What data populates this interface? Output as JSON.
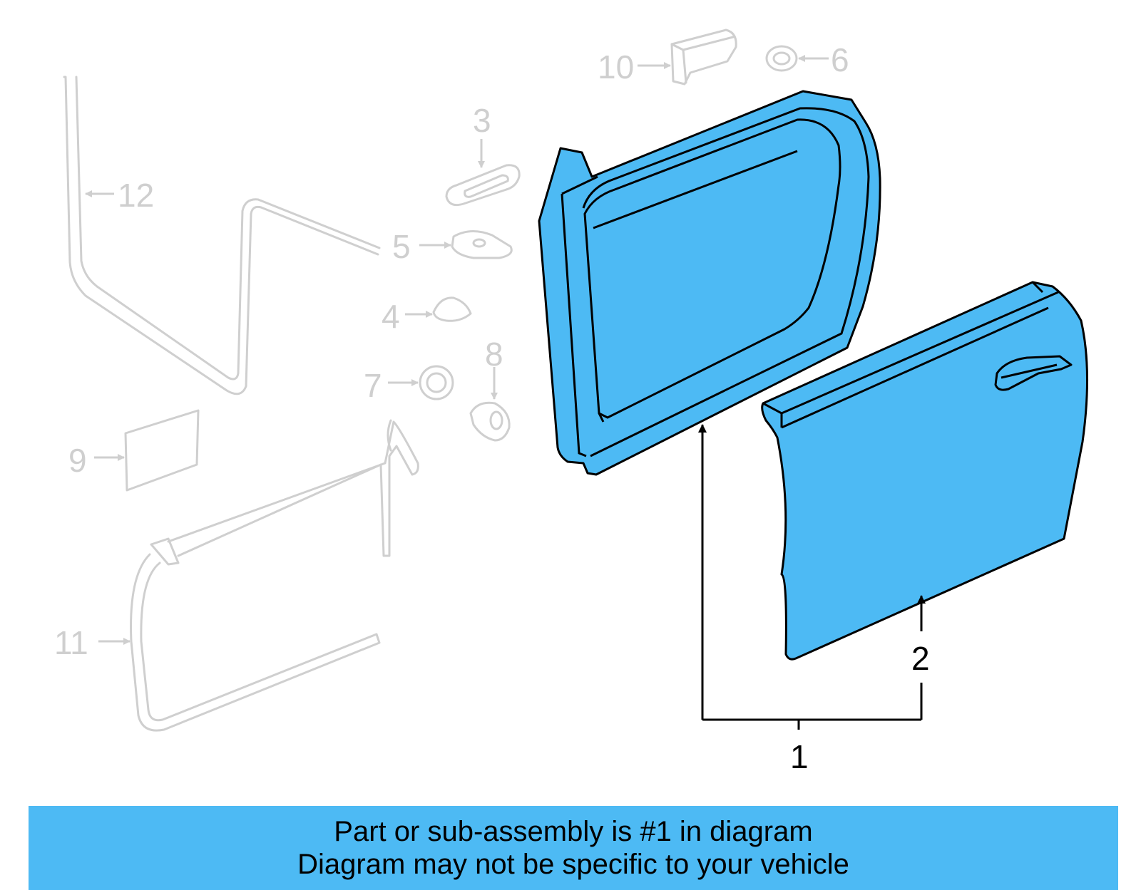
{
  "callouts": {
    "c1": "1",
    "c2": "2",
    "c3": "3",
    "c4": "4",
    "c5": "5",
    "c6": "6",
    "c7": "7",
    "c8": "8",
    "c9": "9",
    "c10": "10",
    "c11": "11",
    "c12": "12"
  },
  "highlighted_callouts": [
    "1",
    "2"
  ],
  "colors": {
    "highlight_fill": "#4dbaf4",
    "banner_background": "#4dbaf4",
    "faded_part_stroke": "#cfcfcf",
    "outline": "#000000"
  },
  "banner": {
    "line1": "Part or sub-assembly is #1 in diagram",
    "line2": "Diagram may not be specific to your vehicle"
  }
}
